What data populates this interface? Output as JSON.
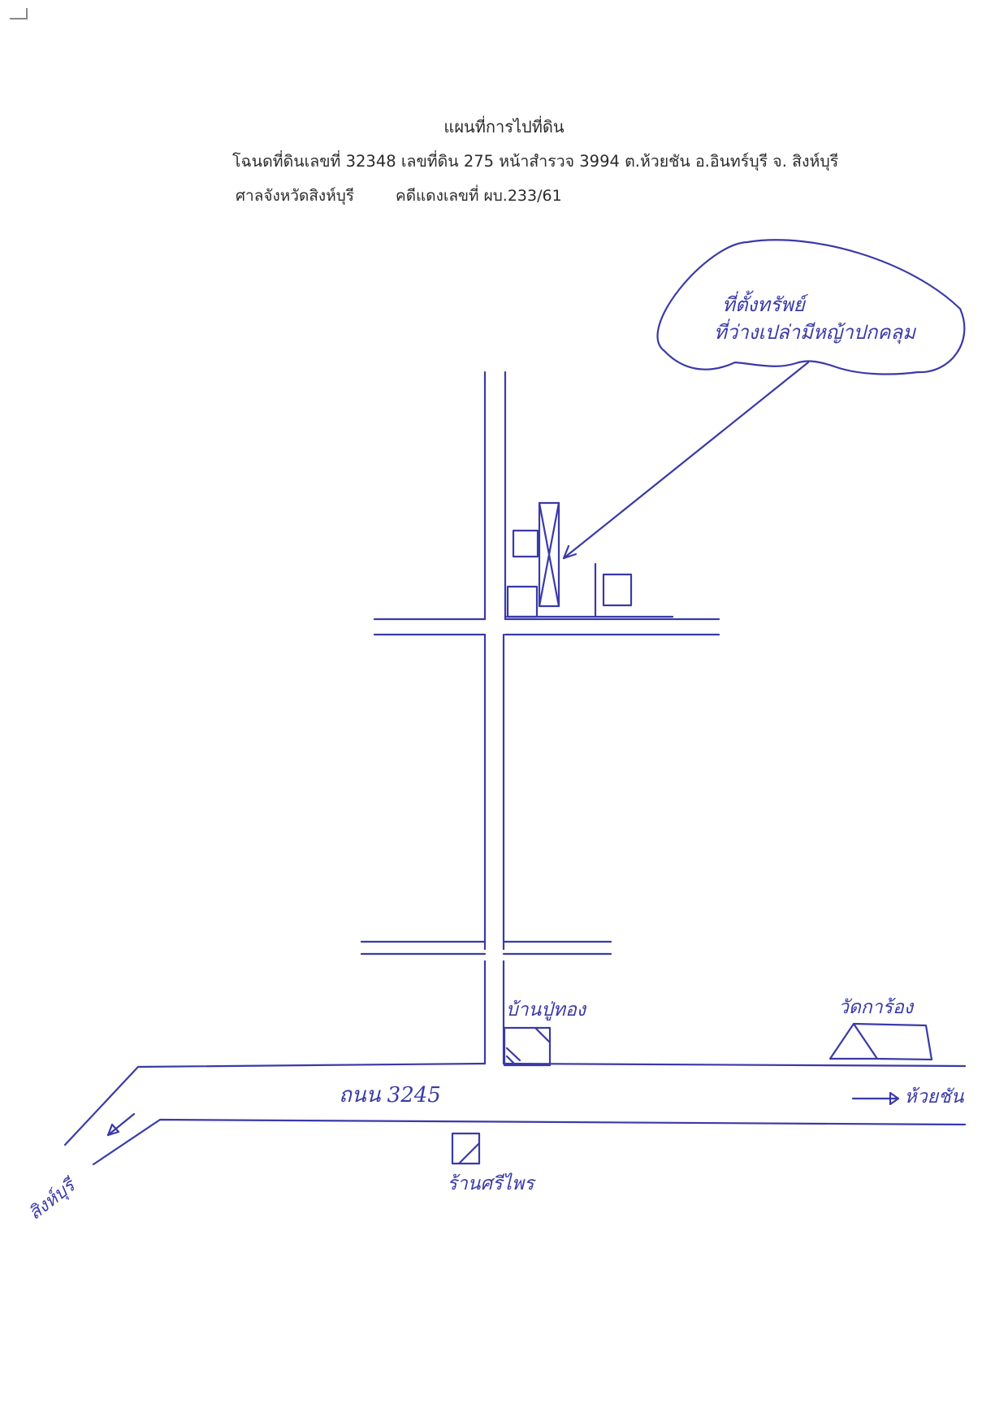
{
  "header": {
    "title": "แผนที่การไปที่ดิน",
    "deed_line": "โฉนดที่ดินเลขที่ 32348 เลขที่ดิน 275 หน้าสำรวจ 3994 ต.ห้วยชัน อ.อินทร์บุรี  จ. สิงห์บุรี",
    "court": "ศาลจังหวัดสิงห์บุรี",
    "case_no": "คดีแดงเลขที่ ผบ.233/61"
  },
  "map": {
    "bubble_line1": "ที่ตั้งทรัพย์",
    "bubble_line2": "ที่ว่างเปล่ามีหญ้าปกคลุม",
    "label_house": "บ้านปู่ทอง",
    "label_temple": "วัดการ้อง",
    "label_road": "ถนน 3245",
    "label_huaychan": "ห้วยชัน",
    "label_shop": "ร้านศรีไพร",
    "label_sing": "สิงห์บุรี",
    "ink_color": "#3a3aa8"
  }
}
